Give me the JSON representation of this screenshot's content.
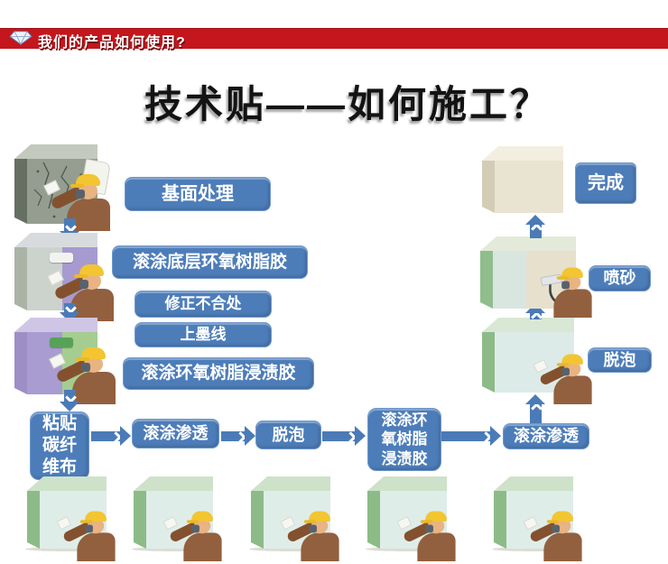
{
  "header": {
    "title": "我们的产品如何使用?"
  },
  "title": "技术贴——如何施工？",
  "colors": {
    "accent_blue": "#4d7db9",
    "header_red": "#c4161c"
  },
  "steps": {
    "base_treatment": "基面处理",
    "roll_primer_epoxy": "滚涂底层环氧树脂胶",
    "fix_defects": "修正不合处",
    "ink_line": "上墨线",
    "roll_impreg_epoxy": "滚涂环氧树脂浸渍胶",
    "paste_cf_l1": "粘贴",
    "paste_cf_l2": "碳纤",
    "paste_cf_l3": "维布",
    "roll_penetrate_1": "滚涂渗透",
    "defoam_1": "脱泡",
    "roll_impreg_l1": "滚涂环",
    "roll_impreg_l2": "氧树脂",
    "roll_impreg_l3": "浸渍胶",
    "roll_penetrate_2": "滚涂渗透",
    "defoam_2": "脱泡",
    "sandblast": "喷砂",
    "done": "完成"
  }
}
